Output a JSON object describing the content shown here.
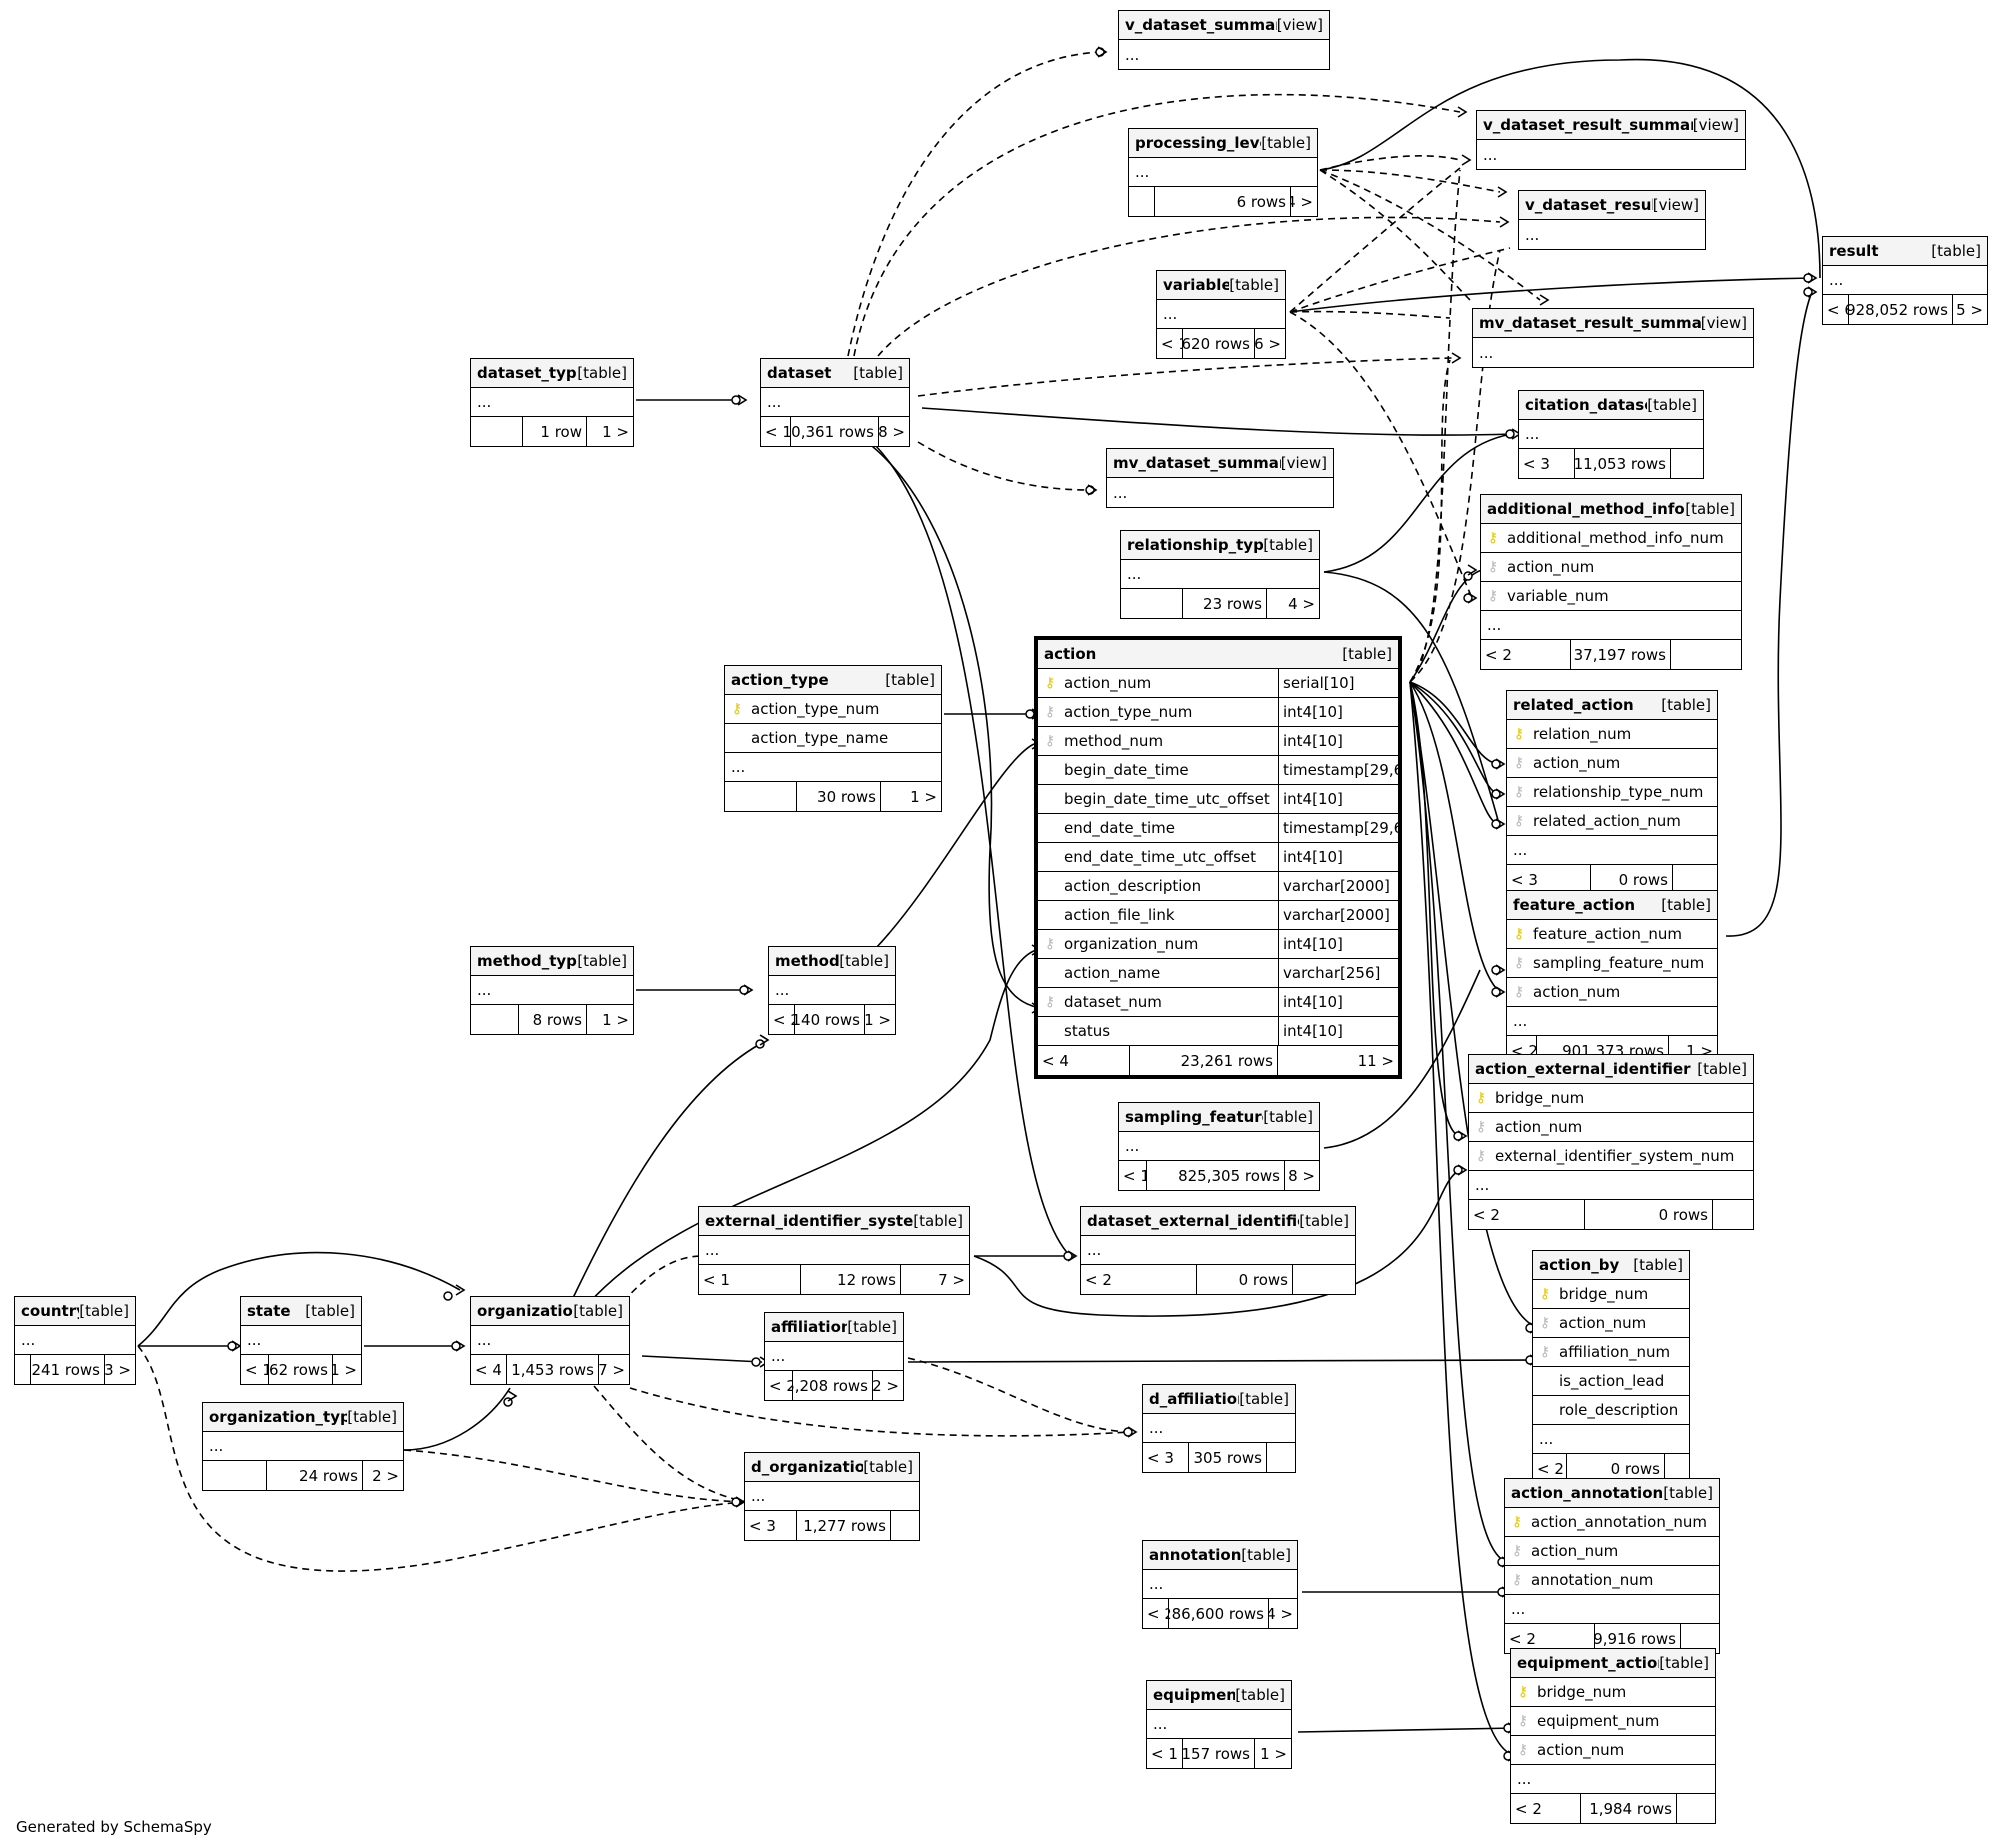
{
  "generator": "Generated by SchemaSpy",
  "type_labels": {
    "table": "[table]",
    "view": "[view]",
    "more": "..."
  },
  "tables": {
    "v_dataset_summary": {
      "name": "v_dataset_summary",
      "kind": "[view]"
    },
    "v_dataset_result_summary": {
      "name": "v_dataset_result_summary",
      "kind": "[view]"
    },
    "processing_level": {
      "name": "processing_level",
      "kind": "[table]",
      "rows": "6 rows",
      "children": "4 >"
    },
    "v_dataset_result": {
      "name": "v_dataset_result",
      "kind": "[view]"
    },
    "result": {
      "name": "result",
      "kind": "[table]",
      "parents": "< 6",
      "rows": "5,928,052 rows",
      "children": "5 >"
    },
    "variable": {
      "name": "variable",
      "kind": "[table]",
      "parents": "< 1",
      "rows": "620 rows",
      "children": "6 >"
    },
    "mv_dataset_result_summary": {
      "name": "mv_dataset_result_summary",
      "kind": "[view]"
    },
    "dataset_type": {
      "name": "dataset_type",
      "kind": "[table]",
      "rows": "1 row",
      "children": "1 >"
    },
    "dataset": {
      "name": "dataset",
      "kind": "[table]",
      "parents": "< 1",
      "rows": "10,361 rows",
      "children": "8 >"
    },
    "citation_dataset": {
      "name": "citation_dataset",
      "kind": "[table]",
      "parents": "< 3",
      "rows": "11,053 rows"
    },
    "mv_dataset_summary": {
      "name": "mv_dataset_summary",
      "kind": "[view]"
    },
    "relationship_type": {
      "name": "relationship_type",
      "kind": "[table]",
      "rows": "23 rows",
      "children": "4 >"
    },
    "additional_method_info": {
      "name": "additional_method_info",
      "kind": "[table]",
      "columns": [
        "additional_method_info_num",
        "action_num",
        "variable_num"
      ],
      "parents": "< 2",
      "rows": "37,197 rows"
    },
    "action_type": {
      "name": "action_type",
      "kind": "[table]",
      "columns": [
        "action_type_num",
        "action_type_name"
      ],
      "rows": "30 rows",
      "children": "1 >"
    },
    "action": {
      "name": "action",
      "kind": "[table]",
      "columns": [
        {
          "name": "action_num",
          "type": "serial[10]",
          "key": "pk"
        },
        {
          "name": "action_type_num",
          "type": "int4[10]",
          "key": "fk"
        },
        {
          "name": "method_num",
          "type": "int4[10]",
          "key": "fk"
        },
        {
          "name": "begin_date_time",
          "type": "timestamp[29,6]",
          "key": ""
        },
        {
          "name": "begin_date_time_utc_offset",
          "type": "int4[10]",
          "key": ""
        },
        {
          "name": "end_date_time",
          "type": "timestamp[29,6]",
          "key": ""
        },
        {
          "name": "end_date_time_utc_offset",
          "type": "int4[10]",
          "key": ""
        },
        {
          "name": "action_description",
          "type": "varchar[2000]",
          "key": ""
        },
        {
          "name": "action_file_link",
          "type": "varchar[2000]",
          "key": ""
        },
        {
          "name": "organization_num",
          "type": "int4[10]",
          "key": "fk"
        },
        {
          "name": "action_name",
          "type": "varchar[256]",
          "key": ""
        },
        {
          "name": "dataset_num",
          "type": "int4[10]",
          "key": "fk"
        },
        {
          "name": "status",
          "type": "int4[10]",
          "key": ""
        }
      ],
      "parents": "< 4",
      "rows": "23,261 rows",
      "children": "11 >"
    },
    "related_action": {
      "name": "related_action",
      "kind": "[table]",
      "columns": [
        "relation_num",
        "action_num",
        "relationship_type_num",
        "related_action_num"
      ],
      "parents": "< 3",
      "rows": "0 rows"
    },
    "feature_action": {
      "name": "feature_action",
      "kind": "[table]",
      "columns": [
        "feature_action_num",
        "sampling_feature_num",
        "action_num"
      ],
      "parents": "< 2",
      "rows": "901,373 rows",
      "children": "1 >"
    },
    "method_type": {
      "name": "method_type",
      "kind": "[table]",
      "rows": "8 rows",
      "children": "1 >"
    },
    "method": {
      "name": "method",
      "kind": "[table]",
      "parents": "< 2",
      "rows": "140 rows",
      "children": "1 >"
    },
    "action_external_identifier": {
      "name": "action_external_identifier",
      "kind": "[table]",
      "columns": [
        "bridge_num",
        "action_num",
        "external_identifier_system_num"
      ],
      "parents": "< 2",
      "rows": "0 rows"
    },
    "sampling_feature": {
      "name": "sampling_feature",
      "kind": "[table]",
      "parents": "< 1",
      "rows": "825,305 rows",
      "children": "8 >"
    },
    "external_identifier_system": {
      "name": "external_identifier_system",
      "kind": "[table]",
      "parents": "< 1",
      "rows": "12 rows",
      "children": "7 >"
    },
    "dataset_external_identifier": {
      "name": "dataset_external_identifier",
      "kind": "[table]",
      "parents": "< 2",
      "rows": "0 rows"
    },
    "action_by": {
      "name": "action_by",
      "kind": "[table]",
      "columns": [
        "bridge_num",
        "action_num",
        "affiliation_num",
        "is_action_lead",
        "role_description"
      ],
      "parents": "< 2",
      "rows": "0 rows"
    },
    "country": {
      "name": "country",
      "kind": "[table]",
      "rows": "241 rows",
      "children": "3 >"
    },
    "state": {
      "name": "state",
      "kind": "[table]",
      "parents": "< 1",
      "rows": "62 rows",
      "children": "1 >"
    },
    "organization": {
      "name": "organization",
      "kind": "[table]",
      "parents": "< 4",
      "rows": "1,453 rows",
      "children": "7 >"
    },
    "affiliation": {
      "name": "affiliation",
      "kind": "[table]",
      "parents": "< 2",
      "rows": "5,208 rows",
      "children": "2 >"
    },
    "organization_type": {
      "name": "organization_type",
      "kind": "[table]",
      "rows": "24 rows",
      "children": "2 >"
    },
    "d_affiliation": {
      "name": "d_affiliation",
      "kind": "[table]",
      "parents": "< 3",
      "rows": "305 rows"
    },
    "d_organization": {
      "name": "d_organization",
      "kind": "[table]",
      "parents": "< 3",
      "rows": "1,277 rows"
    },
    "action_annotation": {
      "name": "action_annotation",
      "kind": "[table]",
      "columns": [
        "action_annotation_num",
        "action_num",
        "annotation_num"
      ],
      "parents": "< 2",
      "rows": "9,916 rows"
    },
    "annotation": {
      "name": "annotation",
      "kind": "[table]",
      "parents": "< 2",
      "rows": "286,600 rows",
      "children": "4 >"
    },
    "equipment": {
      "name": "equipment",
      "kind": "[table]",
      "parents": "< 1",
      "rows": "157 rows",
      "children": "1 >"
    },
    "equipment_action": {
      "name": "equipment_action",
      "kind": "[table]",
      "columns": [
        "bridge_num",
        "equipment_num",
        "action_num"
      ],
      "parents": "< 2",
      "rows": "1,984 rows"
    }
  }
}
